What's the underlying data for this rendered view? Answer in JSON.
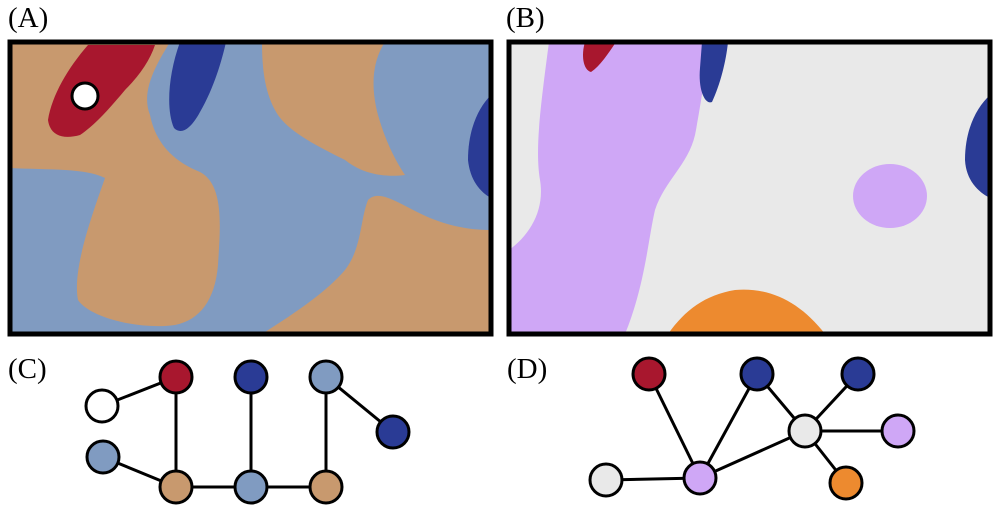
{
  "colors": {
    "white": "#ffffff",
    "red": "#a8172e",
    "navy": "#2a3b95",
    "steel_blue": "#809bc1",
    "tan": "#c8996e",
    "lavender": "#cfa7f6",
    "light_gray": "#e9e9e9",
    "orange": "#ed8a2f",
    "outline": "#000000"
  },
  "panels": {
    "a": {
      "label": "(A)",
      "regions": [
        "steel_blue",
        "tan",
        "red",
        "navy"
      ],
      "marker": "white"
    },
    "b": {
      "label": "(B)",
      "regions": [
        "light_gray",
        "lavender",
        "red",
        "navy",
        "orange"
      ]
    },
    "c": {
      "label": "(C)",
      "nodes": [
        {
          "id": "c1",
          "color": "white"
        },
        {
          "id": "c2",
          "color": "red"
        },
        {
          "id": "c3",
          "color": "navy"
        },
        {
          "id": "c4",
          "color": "steel_blue"
        },
        {
          "id": "c5",
          "color": "navy"
        },
        {
          "id": "c6",
          "color": "steel_blue"
        },
        {
          "id": "c7",
          "color": "tan"
        },
        {
          "id": "c8",
          "color": "steel_blue"
        },
        {
          "id": "c9",
          "color": "tan"
        }
      ],
      "edges": [
        [
          "c1",
          "c2"
        ],
        [
          "c2",
          "c7"
        ],
        [
          "c6",
          "c7"
        ],
        [
          "c7",
          "c8"
        ],
        [
          "c3",
          "c8"
        ],
        [
          "c8",
          "c9"
        ],
        [
          "c4",
          "c9"
        ],
        [
          "c4",
          "c5"
        ]
      ]
    },
    "d": {
      "label": "(D)",
      "nodes": [
        {
          "id": "d1",
          "color": "red"
        },
        {
          "id": "d2",
          "color": "navy"
        },
        {
          "id": "d3",
          "color": "navy"
        },
        {
          "id": "d4",
          "color": "light_gray"
        },
        {
          "id": "d5",
          "color": "lavender"
        },
        {
          "id": "d6",
          "color": "light_gray"
        },
        {
          "id": "d7",
          "color": "lavender"
        },
        {
          "id": "d8",
          "color": "orange"
        }
      ],
      "edges": [
        [
          "d1",
          "d7"
        ],
        [
          "d2",
          "d7"
        ],
        [
          "d2",
          "d4"
        ],
        [
          "d3",
          "d4"
        ],
        [
          "d4",
          "d5"
        ],
        [
          "d4",
          "d8"
        ],
        [
          "d4",
          "d7"
        ],
        [
          "d6",
          "d7"
        ]
      ]
    }
  }
}
